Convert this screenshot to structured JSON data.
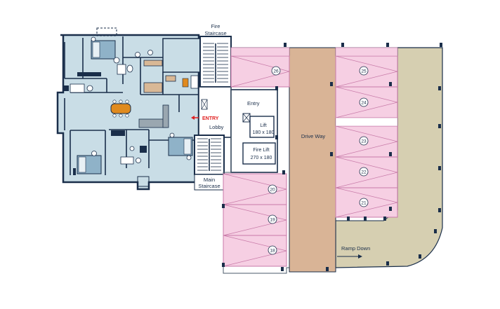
{
  "labels": {
    "fire_staircase_1": "Fire",
    "fire_staircase_2": "Staircase",
    "entry_red": "ENTRY",
    "entry": "Entry",
    "lobby": "Lobby",
    "lift_1": "Lift",
    "lift_2": "180 x 180",
    "fire_lift_1": "Fire Lift",
    "fire_lift_2": "270 x 180",
    "main_staircase_1": "Main",
    "main_staircase_2": "Staircase",
    "drive_way": "Drive Way",
    "ramp_down": "Ramp Down"
  },
  "parking_numbers": {
    "p26": "26",
    "p25": "25",
    "p24": "24",
    "p23": "23",
    "p22": "22",
    "p21": "21",
    "p20": "20",
    "p19": "19",
    "p18": "18"
  },
  "colors": {
    "apartment_fill": "#c9dde6",
    "wall": "#1a2e4a",
    "parking_fill": "#f6cfe3",
    "drive_way_fill": "#d9b496",
    "ramp_fill": "#d6cfb1",
    "entry_red": "#e02020",
    "table_orange": "#e08a1e"
  }
}
